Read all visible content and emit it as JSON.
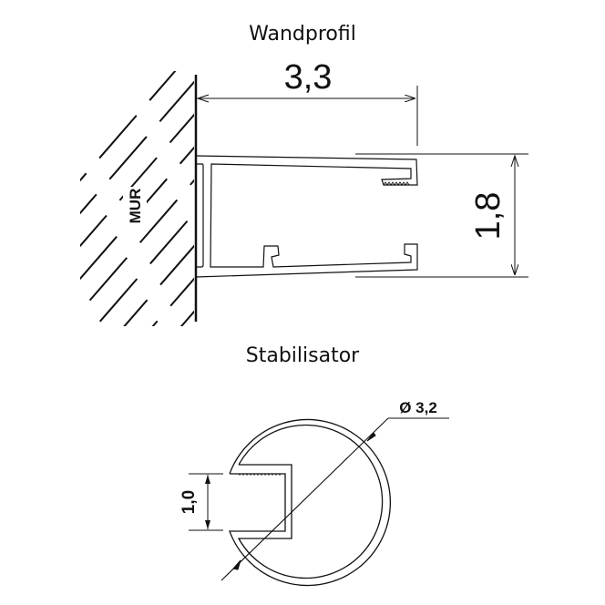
{
  "wall_profile": {
    "title": "Wandprofil",
    "wall_label": "MUR",
    "width_dimension": "3,3",
    "height_dimension": "1,8"
  },
  "stabilizer": {
    "title": "Stabilisator",
    "diameter_dimension": "Ø 3,2",
    "slot_dimension": "1,0"
  },
  "colors": {
    "line": "#111111",
    "background": "#ffffff"
  }
}
